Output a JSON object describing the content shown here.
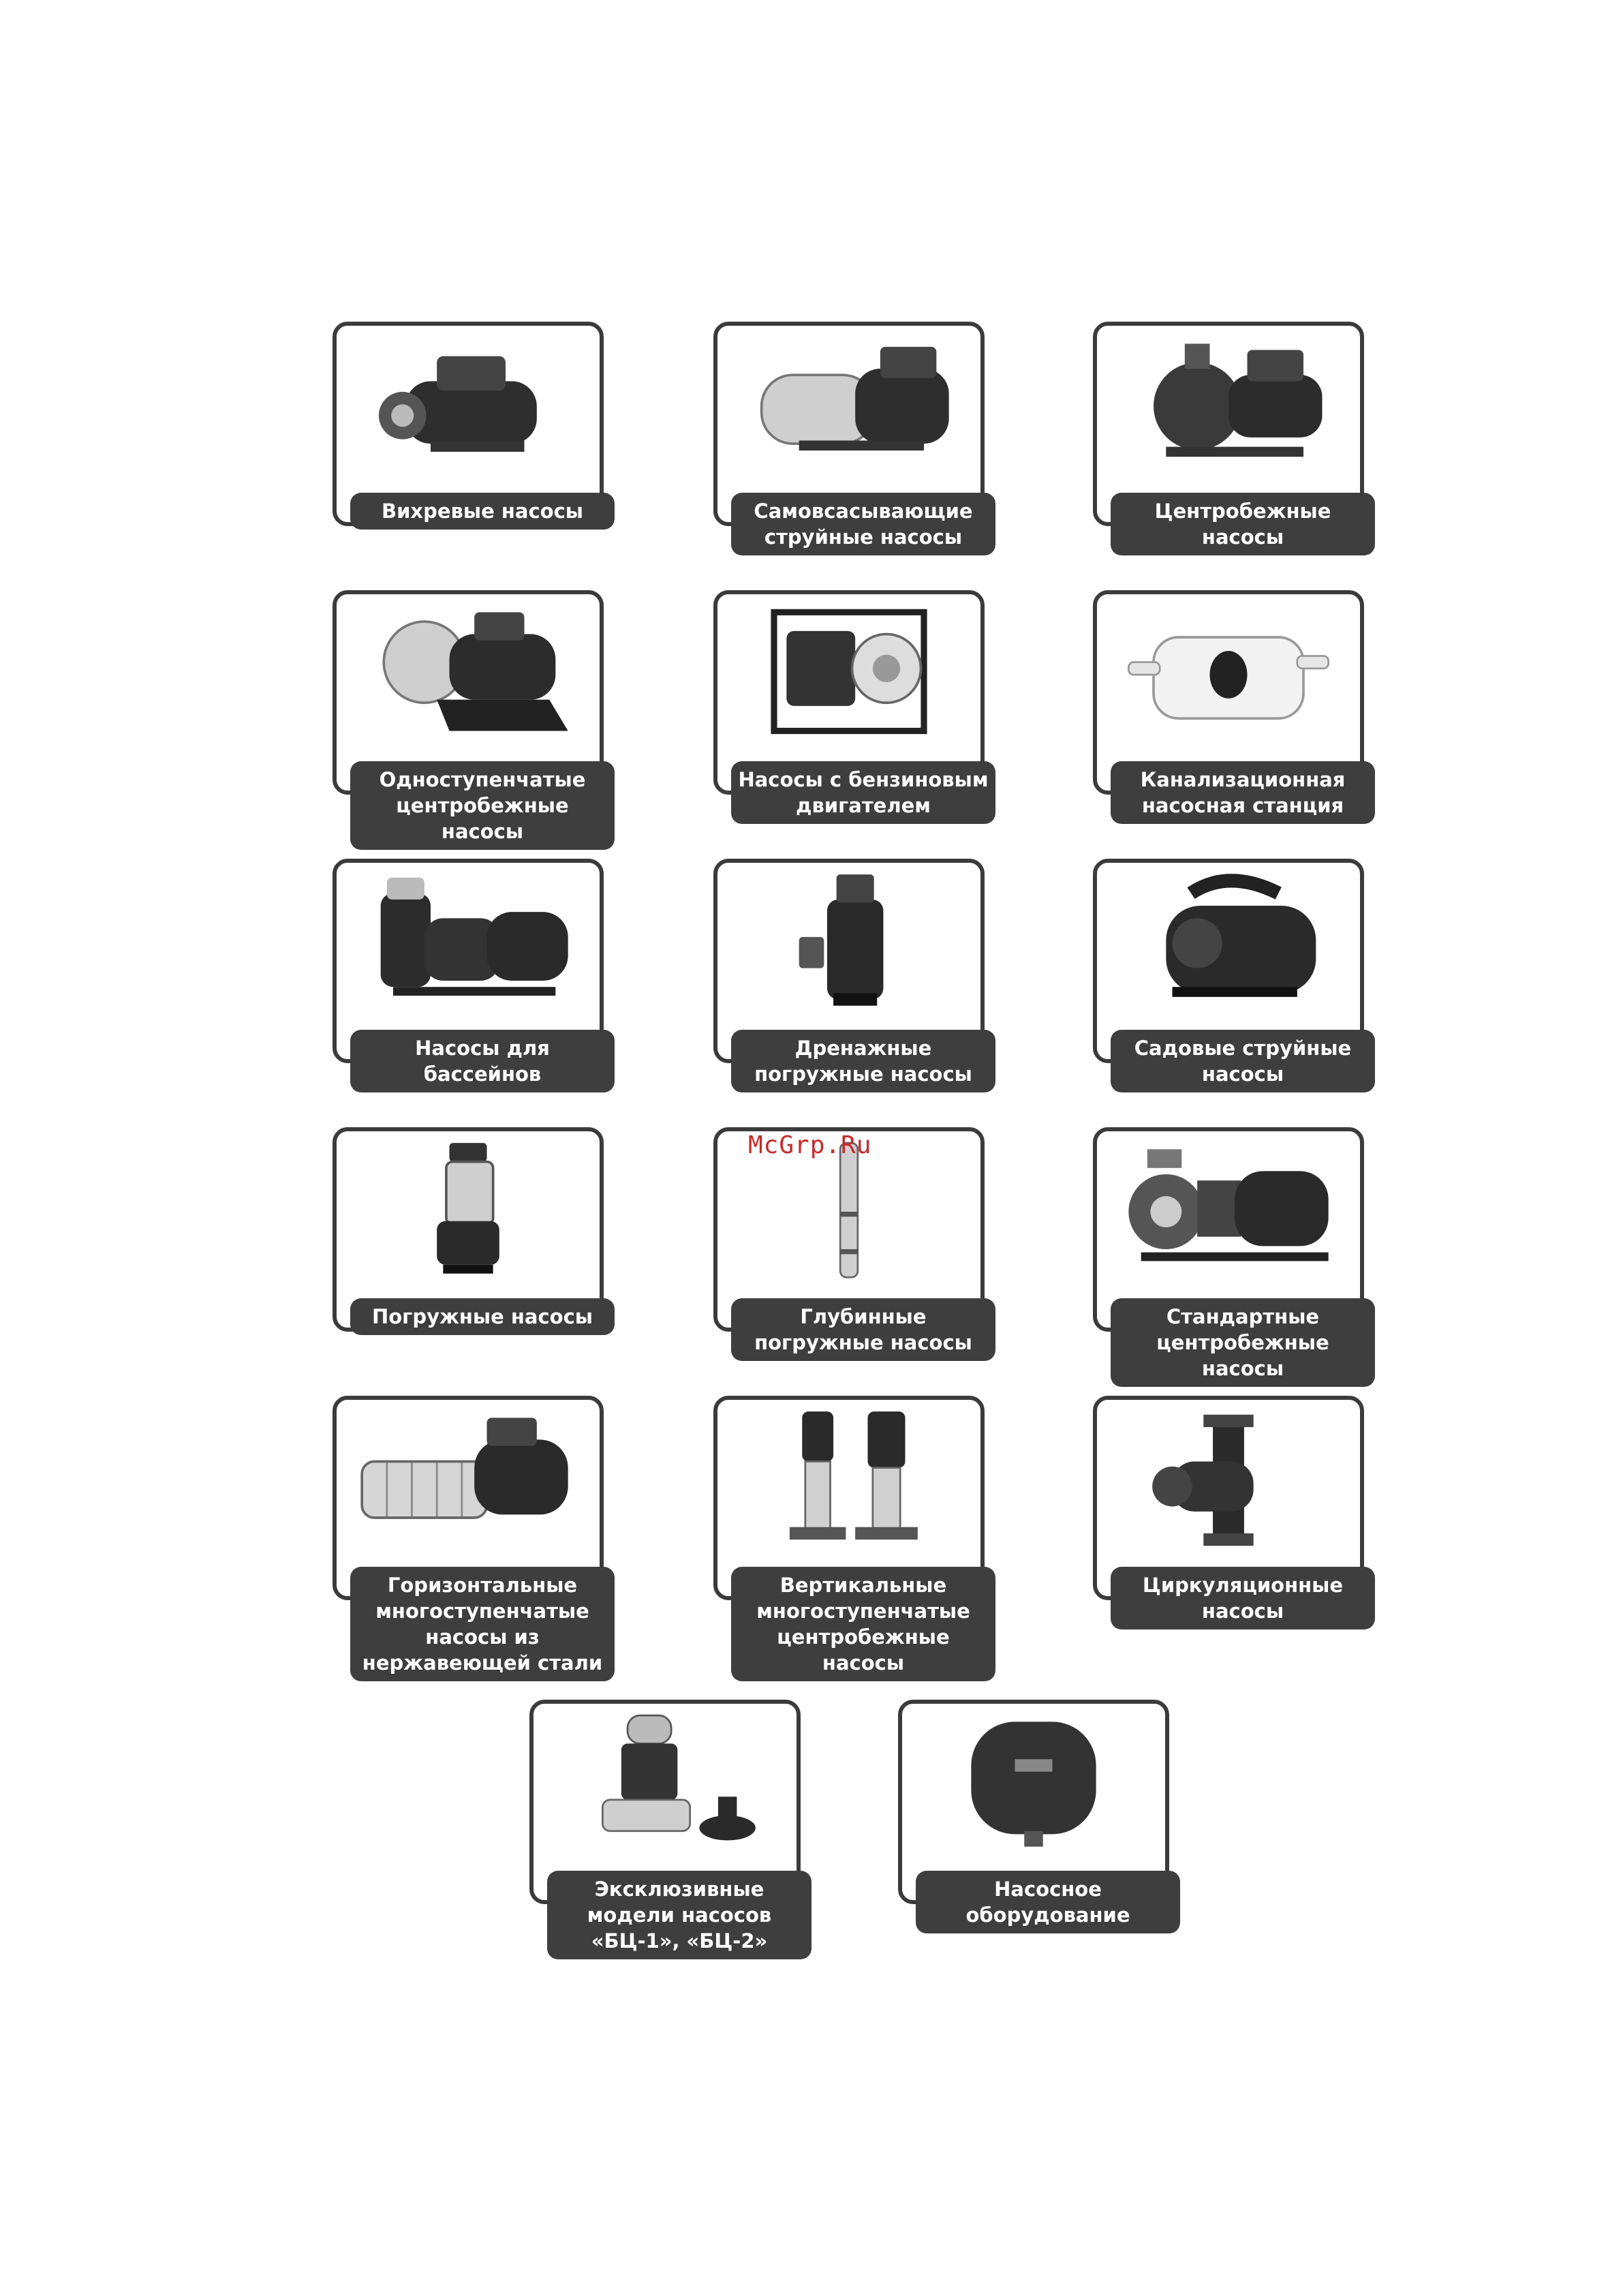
{
  "watermark": "McGrp.Ru",
  "products": [
    {
      "label": "Вихревые насосы",
      "icon": "vortex-pump-icon"
    },
    {
      "label": "Самовсасывающие\nструйные насосы",
      "icon": "jet-pump-icon"
    },
    {
      "label": "Центробежные насосы",
      "icon": "centrifugal-pump-icon"
    },
    {
      "label": "Одноступенчатые\nцентробежные насосы",
      "icon": "single-stage-pump-icon"
    },
    {
      "label": "Насосы с бензиновым\nдвигателем",
      "icon": "petrol-engine-pump-icon"
    },
    {
      "label": "Канализационная\nнасосная станция",
      "icon": "sewage-station-icon"
    },
    {
      "label": "Насосы для бассейнов",
      "icon": "pool-pump-icon"
    },
    {
      "label": "Дренажные\nпогружные насосы",
      "icon": "drainage-pump-icon"
    },
    {
      "label": "Садовые струйные\nнасосы",
      "icon": "garden-jet-pump-icon"
    },
    {
      "label": "Погружные насосы",
      "icon": "submersible-pump-icon"
    },
    {
      "label": "Глубинные\nпогружные насосы",
      "icon": "borehole-pump-icon"
    },
    {
      "label": "Стандартные\nцентробежные насосы",
      "icon": "standard-centrifugal-pump-icon"
    },
    {
      "label": "Горизонтальные\nмногоступенчатые\nнасосы из\nнержавеющей стали",
      "icon": "horizontal-multistage-pump-icon"
    },
    {
      "label": "Вертикальные\nмногоступенчатые\nцентробежные насосы",
      "icon": "vertical-multistage-pump-icon"
    },
    {
      "label": "Циркуляционные\nнасосы",
      "icon": "circulation-pump-icon"
    },
    {
      "label": "Эксклюзивные\nмодели насосов\n«БЦ-1», «БЦ-2»",
      "icon": "bc-pump-icon"
    },
    {
      "label": "Насосное\nоборудование",
      "icon": "pressure-tank-icon"
    }
  ]
}
